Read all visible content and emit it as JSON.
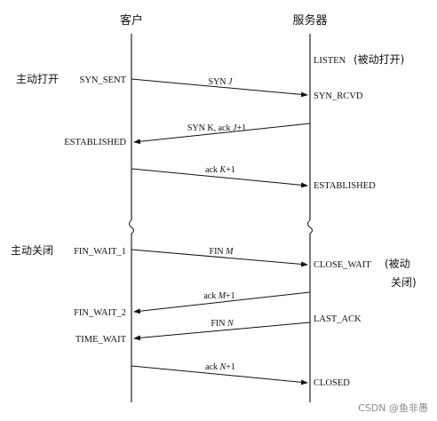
{
  "headers": {
    "client": "客户",
    "server": "服务器"
  },
  "annotations": {
    "active_open": "主动打开",
    "passive_open": "(被动打开)",
    "active_close": "主动关闭",
    "passive_close_line1": "(被动",
    "passive_close_line2": "关闭)"
  },
  "client_states": [
    {
      "id": "syn-sent",
      "label": "SYN_SENT"
    },
    {
      "id": "established",
      "label": "ESTABLISHED"
    },
    {
      "id": "fin-wait-1",
      "label": "FIN_WAIT_1"
    },
    {
      "id": "fin-wait-2",
      "label": "FIN_WAIT_2"
    },
    {
      "id": "time-wait",
      "label": "TIME_WAIT"
    }
  ],
  "server_states": [
    {
      "id": "listen",
      "label": "LISTEN"
    },
    {
      "id": "syn-rcvd",
      "label": "SYN_RCVD"
    },
    {
      "id": "established",
      "label": "ESTABLISHED"
    },
    {
      "id": "close-wait",
      "label": "CLOSE_WAIT"
    },
    {
      "id": "last-ack",
      "label": "LAST_ACK"
    },
    {
      "id": "closed",
      "label": "CLOSED"
    }
  ],
  "messages": [
    {
      "id": "syn",
      "direction": "client-to-server",
      "prefix": "SYN ",
      "italic": "J",
      "suffix": ""
    },
    {
      "id": "syn-ack",
      "direction": "server-to-client",
      "prefix": "SYN K, ack ",
      "italic": "J",
      "suffix": "+1"
    },
    {
      "id": "ack-1",
      "direction": "client-to-server",
      "prefix": "ack ",
      "italic": "K",
      "suffix": "+1"
    },
    {
      "id": "fin-m",
      "direction": "client-to-server",
      "prefix": "FIN ",
      "italic": "M",
      "suffix": ""
    },
    {
      "id": "ack-m",
      "direction": "server-to-client",
      "prefix": "ack ",
      "italic": "M",
      "suffix": "+1"
    },
    {
      "id": "fin-n",
      "direction": "server-to-client",
      "prefix": "FIN ",
      "italic": "N",
      "suffix": ""
    },
    {
      "id": "ack-n",
      "direction": "client-to-server",
      "prefix": "ack ",
      "italic": "N",
      "suffix": "+1"
    }
  ],
  "watermark": "CSDN @鱼非愚"
}
